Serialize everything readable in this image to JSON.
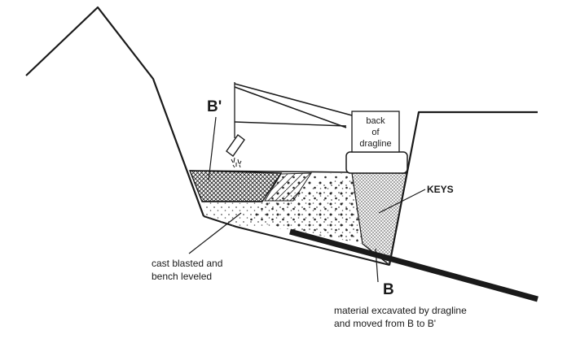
{
  "labels": {
    "b_prime": "B'",
    "b": "B",
    "keys": "KEYS",
    "dragline_line1": "back",
    "dragline_line2": "of",
    "dragline_line3": "dragline",
    "cast_line1": "cast blasted and",
    "cast_line2": "bench leveled",
    "material_line1": "material excavated by dragline",
    "material_line2": "and moved from B to B'"
  },
  "colors": {
    "ink": "#1a1a1a",
    "hatch": "#333333",
    "spoil_dark": "#2a2a2a",
    "background": "#ffffff"
  }
}
